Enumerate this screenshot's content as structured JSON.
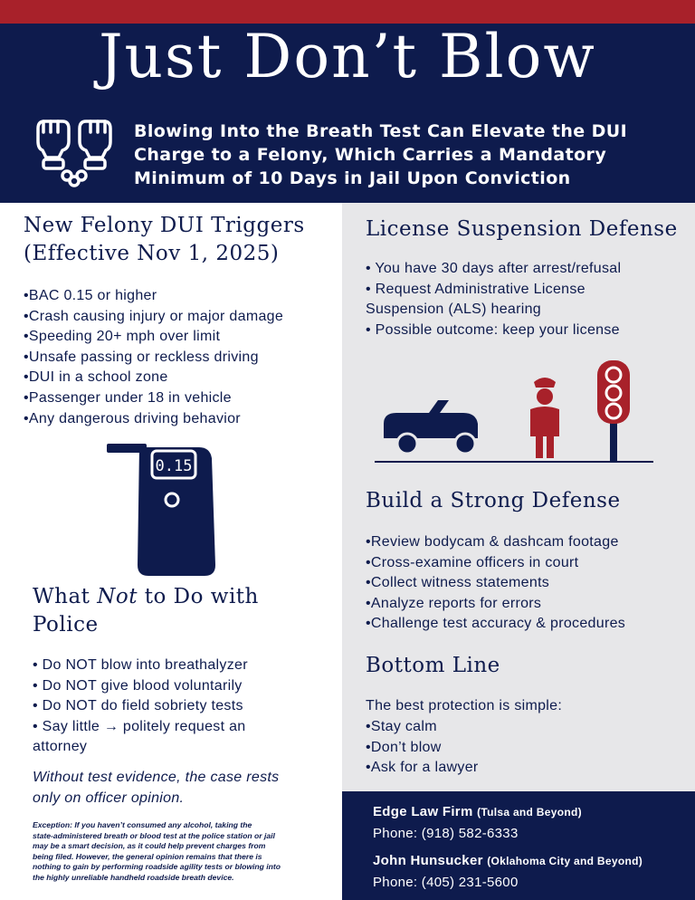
{
  "header": {
    "title": "Just Don’t Blow",
    "subtitle_lines": [
      "Blowing Into the Breath Test Can Elevate the DUI",
      "Charge to a Felony, Which Carries a Mandatory",
      "Minimum of 10 Days in Jail Upon Conviction"
    ],
    "icon": "handcuffed-fists-icon"
  },
  "triggers": {
    "title_lines": [
      "New Felony DUI Triggers",
      "(Effective Nov 1, 2025)"
    ],
    "items": [
      "BAC 0.15 or higher",
      "Crash causing injury or major damage",
      "Speeding 20+ mph over limit",
      "Unsafe passing or reckless driving",
      "DUI in a school zone",
      "Passenger under 18 in vehicle",
      "Any dangerous driving behavior"
    ]
  },
  "breathalyzer": {
    "display": "0.15",
    "icon": "breathalyzer-icon"
  },
  "not_to_do": {
    "title_pre": "What ",
    "title_em": "Not",
    "title_post": " to Do with",
    "title_line2": "Police",
    "items": [
      "Do NOT blow into breathalyzer",
      "Do NOT give blood voluntarily",
      "Do NOT do field sobriety tests",
      "Say little → politely request an",
      "attorney"
    ],
    "note_lines": [
      "Without test evidence, the case rests",
      "only on officer opinion."
    ],
    "exception_lines": [
      "Exception: If you haven’t consumed any alcohol, taking the",
      "state-administered breath or blood test at the police station or jail",
      "may be a smart decision, as it could help prevent charges from",
      "being filed. However, the general opinion remains that there is",
      "nothing to gain by performing roadside agility tests or blowing into",
      "the highly unreliable handheld roadside breath device."
    ]
  },
  "license": {
    "title": "License Suspension Defense",
    "lines": [
      "• You have 30 days after arrest/refusal",
      "• Request Administrative License",
      "Suspension (ALS) hearing",
      "• Possible outcome: keep your license"
    ],
    "icons": [
      "car-icon",
      "police-officer-icon",
      "traffic-light-icon"
    ]
  },
  "defense": {
    "title": "Build a Strong Defense",
    "items": [
      "Review bodycam & dashcam footage",
      "Cross-examine officers in court",
      "Collect witness statements",
      "Analyze reports for errors",
      "Challenge test accuracy & procedures"
    ]
  },
  "bottom_line": {
    "title": "Bottom Line",
    "intro": "The best protection is simple:",
    "items": [
      "Stay calm",
      "Don’t blow",
      "Ask for a lawyer"
    ]
  },
  "contacts": [
    {
      "firm": "Edge Law Firm",
      "area": "(Tulsa and Beyond)",
      "phone": "Phone: (918) 582-6333"
    },
    {
      "firm": "John Hunsucker",
      "area": "(Oklahoma City and Beyond)",
      "phone": "Phone: (405) 231-5600"
    }
  ],
  "colors": {
    "navy": "#0e1b4d",
    "red": "#a8212a",
    "panel_gray": "#e7e7e9"
  }
}
